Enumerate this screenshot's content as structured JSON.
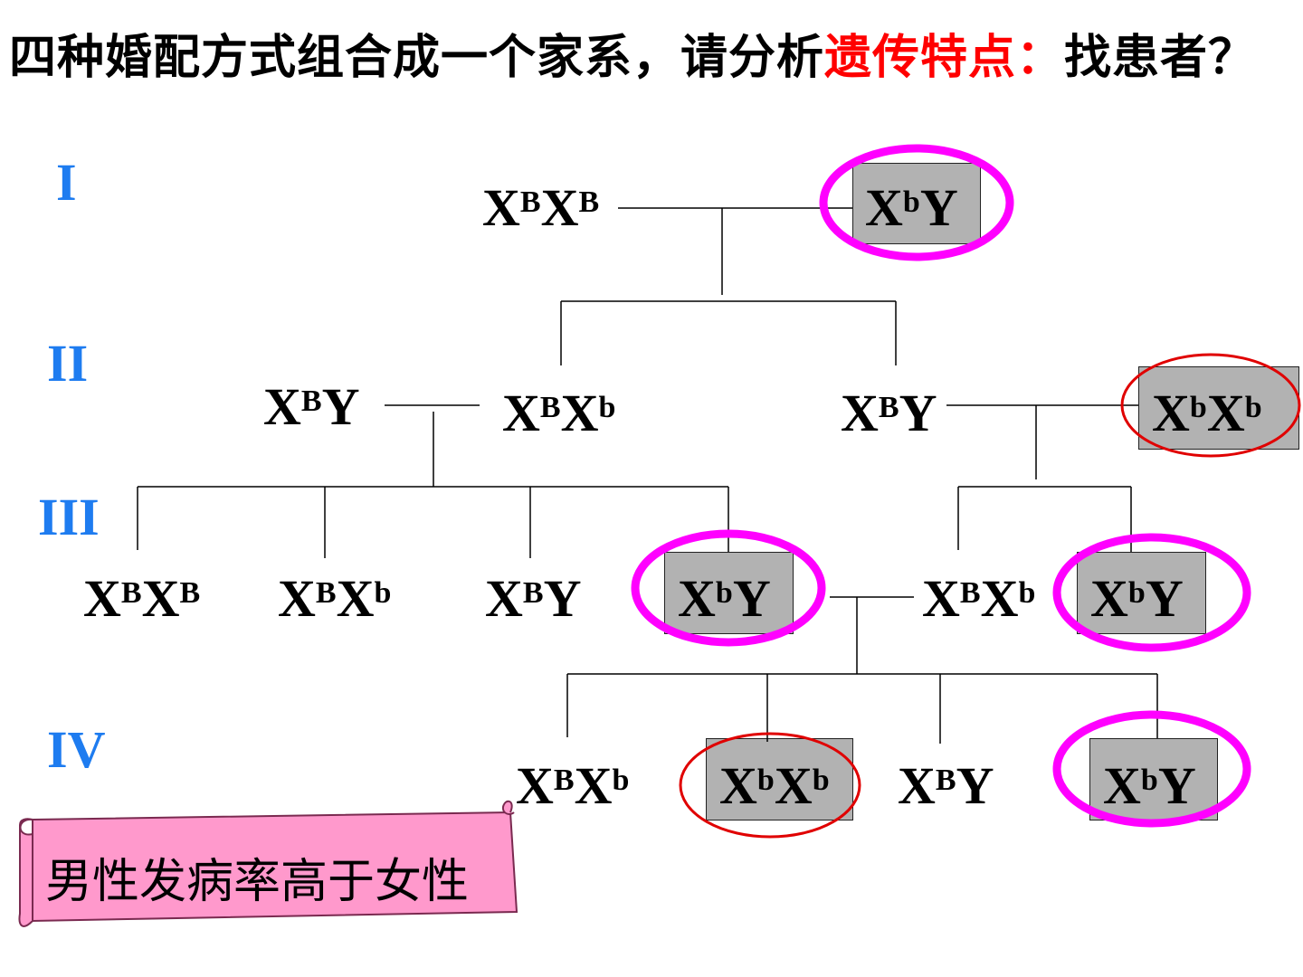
{
  "title": {
    "prefix": "四种婚配方式组合成一个家系，请分析",
    "highlight": "遗传特点：",
    "suffix": "找患者？"
  },
  "generations": [
    "I",
    "II",
    "III",
    "IV"
  ],
  "individuals": {
    "g1_female": {
      "base": "X",
      "sup1": "B",
      "mid": "X",
      "sup2": "B"
    },
    "g1_male": {
      "base": "X",
      "sup1": "b",
      "mid": "Y"
    },
    "g2_husband": {
      "base": "X",
      "sup1": "B",
      "mid": "Y"
    },
    "g2_daughter": {
      "base": "X",
      "sup1": "B",
      "mid": "X",
      "sup2": "b"
    },
    "g2_son": {
      "base": "X",
      "sup1": "B",
      "mid": "Y"
    },
    "g2_wife": {
      "base": "X",
      "sup1": "b",
      "mid": "X",
      "sup2": "b"
    },
    "g3_c1": {
      "base": "X",
      "sup1": "B",
      "mid": "X",
      "sup2": "B"
    },
    "g3_c2": {
      "base": "X",
      "sup1": "B",
      "mid": "X",
      "sup2": "b"
    },
    "g3_c3": {
      "base": "X",
      "sup1": "B",
      "mid": "Y"
    },
    "g3_c4": {
      "base": "X",
      "sup1": "b",
      "mid": "Y"
    },
    "g3_c5": {
      "base": "X",
      "sup1": "B",
      "mid": "X",
      "sup2": "b"
    },
    "g3_c6": {
      "base": "X",
      "sup1": "b",
      "mid": "Y"
    },
    "g4_c1": {
      "base": "X",
      "sup1": "B",
      "mid": "X",
      "sup2": "b"
    },
    "g4_c2": {
      "base": "X",
      "sup1": "b",
      "mid": "X",
      "sup2": "b"
    },
    "g4_c3": {
      "base": "X",
      "sup1": "B",
      "mid": "Y"
    },
    "g4_c4": {
      "base": "X",
      "sup1": "b",
      "mid": "Y"
    }
  },
  "conclusion": "男性发病率高于女性",
  "colors": {
    "generation_label": "#1e7cf0",
    "highlight": "#ff0000",
    "male_circle": "#ff00ff",
    "female_circle": "#e00000",
    "affected_box": "#b2b2b2",
    "scroll_fill": "#ff99cc"
  }
}
